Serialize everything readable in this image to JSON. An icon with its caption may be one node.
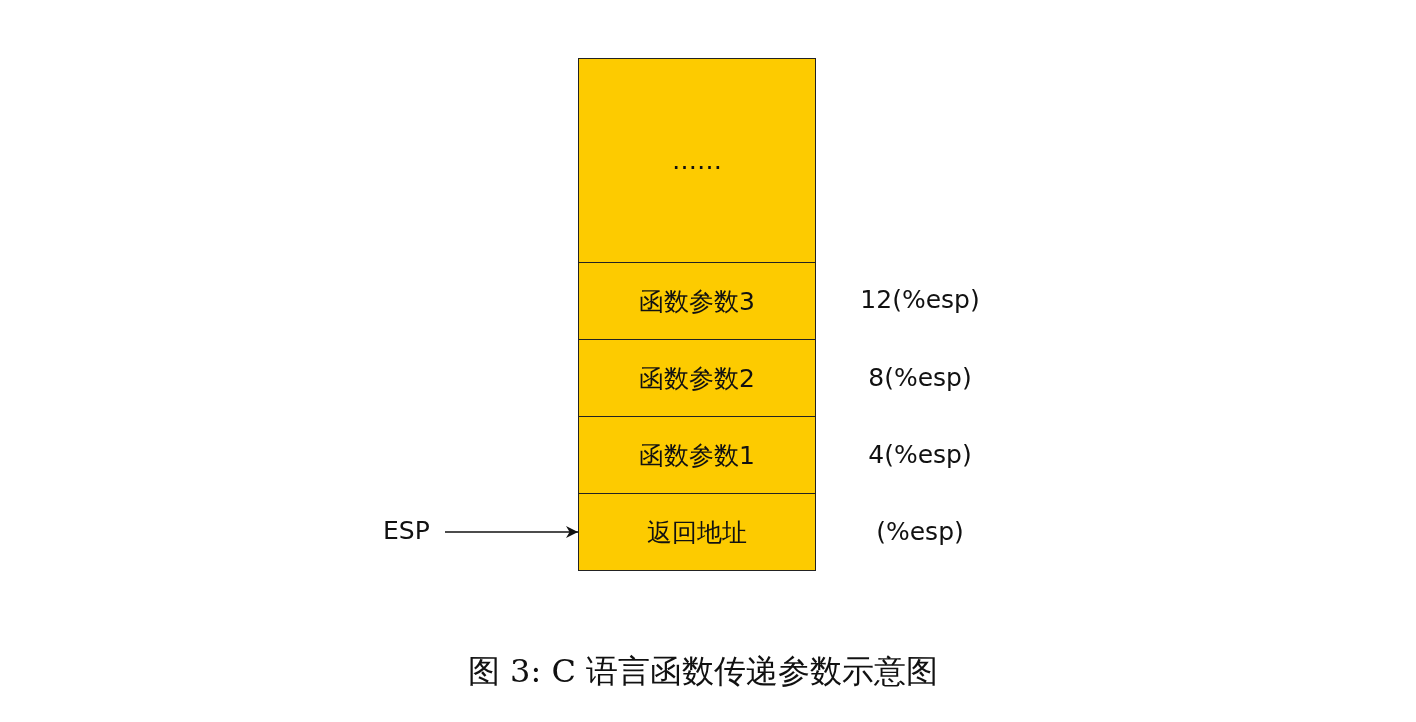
{
  "diagram": {
    "caption": "图 3: C 语言函数传递参数示意图",
    "nodes": [
      {
        "text": [
          "……"
        ]
      },
      {
        "text": [
          "函数参数3"
        ],
        "beside": [
          "12(%esp)"
        ]
      },
      {
        "text": [
          "函数参数2"
        ],
        "beside": [
          "8(%esp)"
        ]
      },
      {
        "text": [
          "函数参数1"
        ],
        "beside": [
          "4(%esp)"
        ]
      },
      {
        "text": [
          "返回地址"
        ],
        "beside": [
          "(%esp)"
        ]
      },
      {
        "text": [
          "ESP"
        ]
      }
    ],
    "edges": [
      {
        "from": 5,
        "to": 4,
        "arrow": "to"
      }
    ]
  }
}
